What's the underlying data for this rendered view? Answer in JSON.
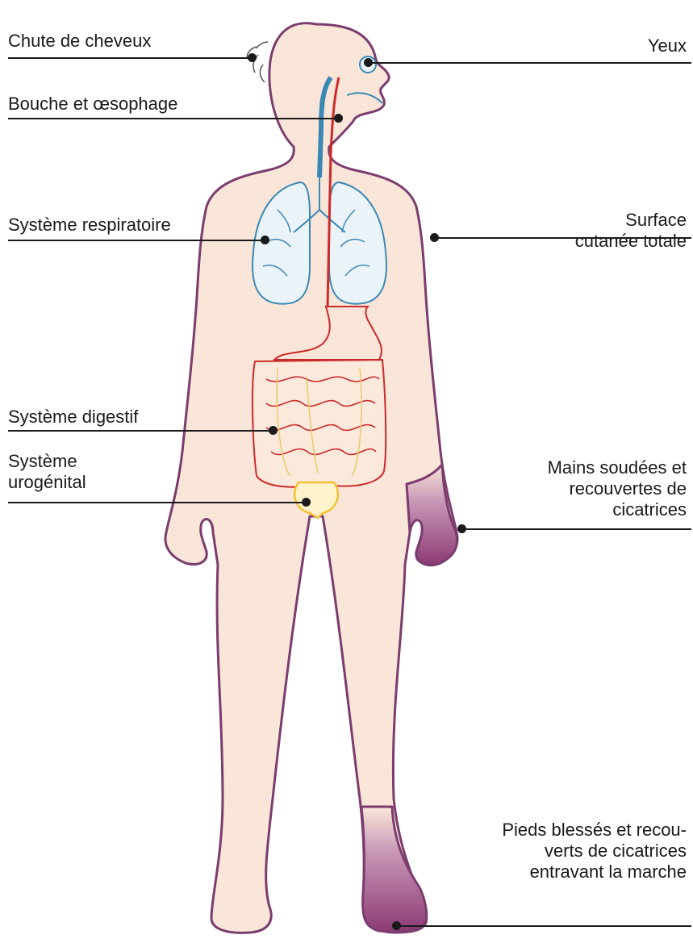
{
  "colors": {
    "skin": "#fae6d8",
    "outline": "#7b3c6e",
    "blister": "#8c3a74",
    "lungs": "#3b88b5",
    "digestive": "#cc2a2a",
    "bowel_inner": "#f0c66a",
    "bladder": "#f1c232",
    "leader": "#1a1a1a"
  },
  "labels": {
    "hair_loss": "Chute de cheveux",
    "mouth": "Bouche et œsophage",
    "respiratory": "Système respiratoire",
    "digestive": "Système digestif",
    "urogenital": "Système\nurogénital",
    "eyes": "Yeux",
    "skin_surface": "Surface\ncutanée totale",
    "hands": "Mains soudées et\nrecouvertes de\ncicatrices",
    "feet": "Pieds blessés et recou-\nverts de cicatrices\nentravant la marche"
  }
}
